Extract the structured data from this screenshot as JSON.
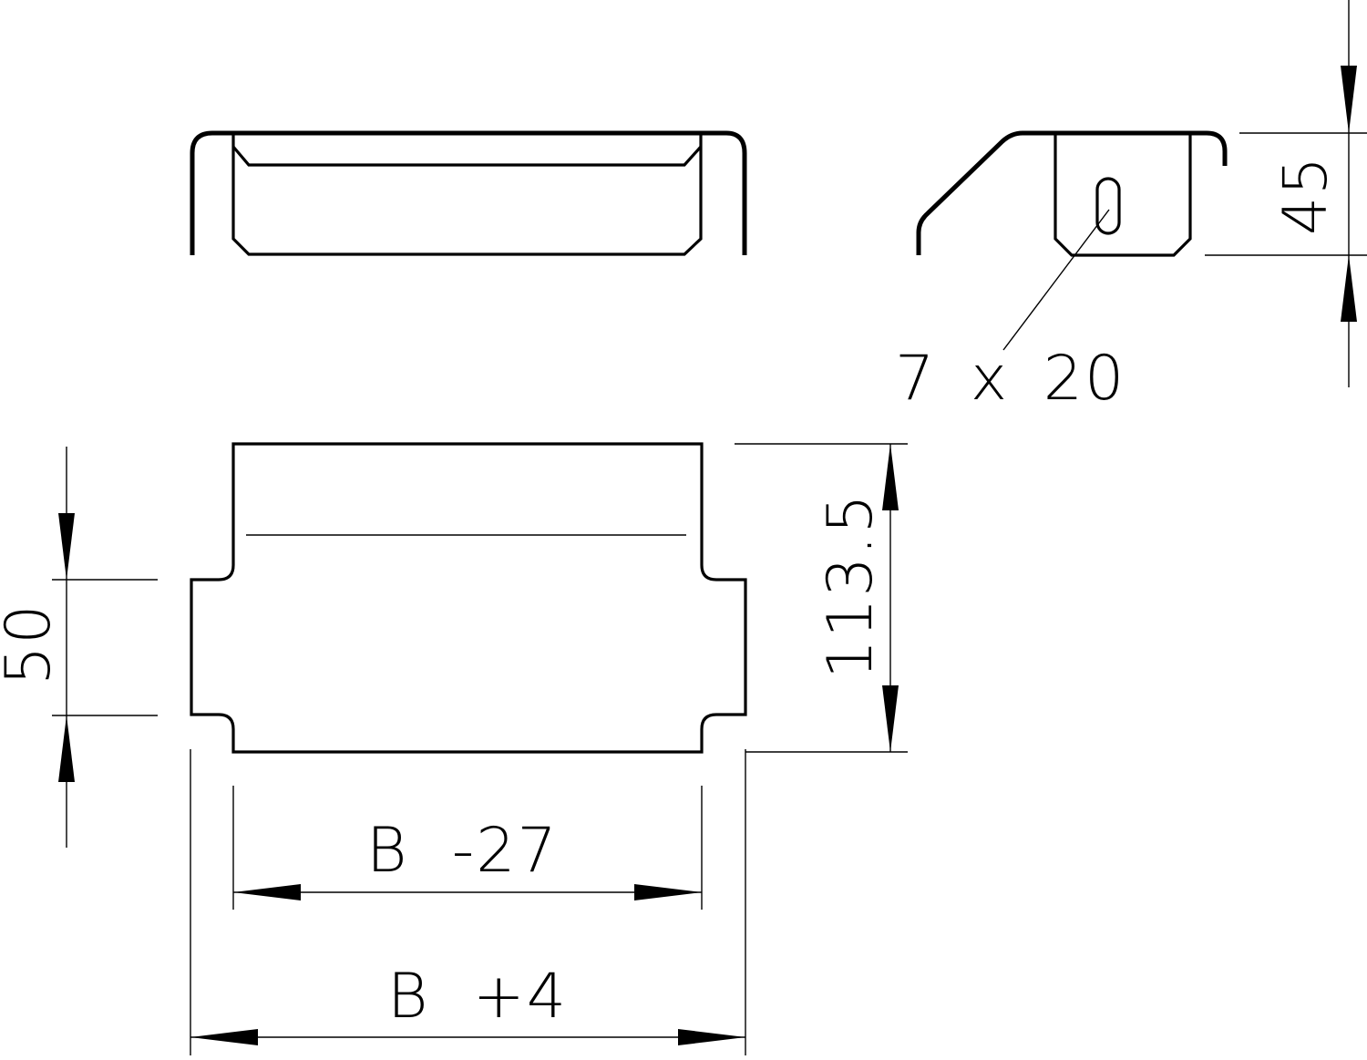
{
  "drawing": {
    "title": "",
    "views": [
      "front-view",
      "side-view",
      "top-view-flat-pattern"
    ],
    "line_color": "#000000",
    "background": "#ffffff"
  },
  "dimensions": {
    "slot": "7 x 20",
    "height": "45",
    "tab_width": "50",
    "length": "113.5",
    "inner_width": "B  -27",
    "outer_width": "B  +4"
  }
}
